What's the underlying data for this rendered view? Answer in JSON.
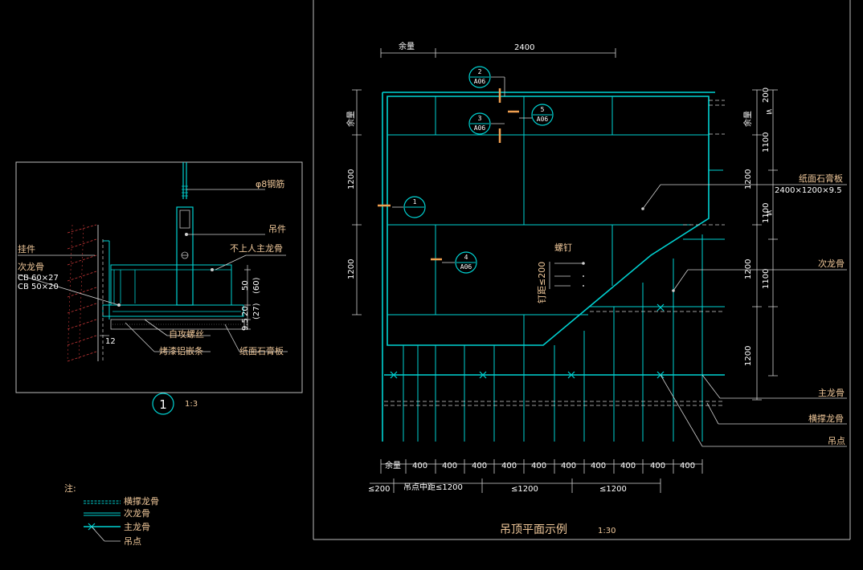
{
  "detail": {
    "labels": {
      "rebar": "φ8钢筋",
      "hanger": "吊件",
      "main_keel": "不上人主龙骨",
      "hook": "挂件",
      "sub_keel": "次龙骨",
      "cb1": "CB 60×27",
      "cb2": "CB 50×20",
      "screw": "自攻螺丝",
      "strip": "烤漆铝嵌条",
      "gypsum": "纸面石膏板"
    },
    "dims": {
      "d50": "50",
      "d60": "(60)",
      "d20": "20",
      "d27": "(27)",
      "d95": "9.5",
      "d12": "12"
    },
    "ref_number": "1",
    "scale": "1:3"
  },
  "plan": {
    "top_dims": [
      "余量",
      "2400"
    ],
    "left_dims": [
      "余量",
      "1200",
      "1200"
    ],
    "right_dims": [
      "余量",
      "200",
      "1100",
      "1200",
      "1100",
      "1200",
      "1100",
      "1200"
    ],
    "callouts": [
      {
        "num": "2",
        "ref": "A06"
      },
      {
        "num": "3",
        "ref": "A06"
      },
      {
        "num": "5",
        "ref": "A06"
      },
      {
        "num": "4",
        "ref": "A06"
      },
      {
        "num": "1",
        "ref": ""
      }
    ],
    "screw_label": "螺钉",
    "screw_spacing": "钉距≤200",
    "gypsum_label": "纸面石膏板",
    "gypsum_size": "2400×1200×9.5",
    "sub_keel": "次龙骨",
    "main_keel": "主龙骨",
    "cross_keel": "横撑龙骨",
    "hang_point": "吊点",
    "bottom_dims": [
      "余量",
      "400",
      "400",
      "400",
      "400",
      "400",
      "400",
      "400",
      "400",
      "400",
      "400"
    ],
    "bottom_dims2": [
      "≤200",
      "吊点中距≤1200",
      "≤1200",
      "≤1200"
    ],
    "title": "吊顶平面示例",
    "scale": "1:30"
  },
  "legend": {
    "note": "注:",
    "items": [
      "横撑龙骨",
      "次龙骨",
      "主龙骨",
      "吊点"
    ]
  }
}
